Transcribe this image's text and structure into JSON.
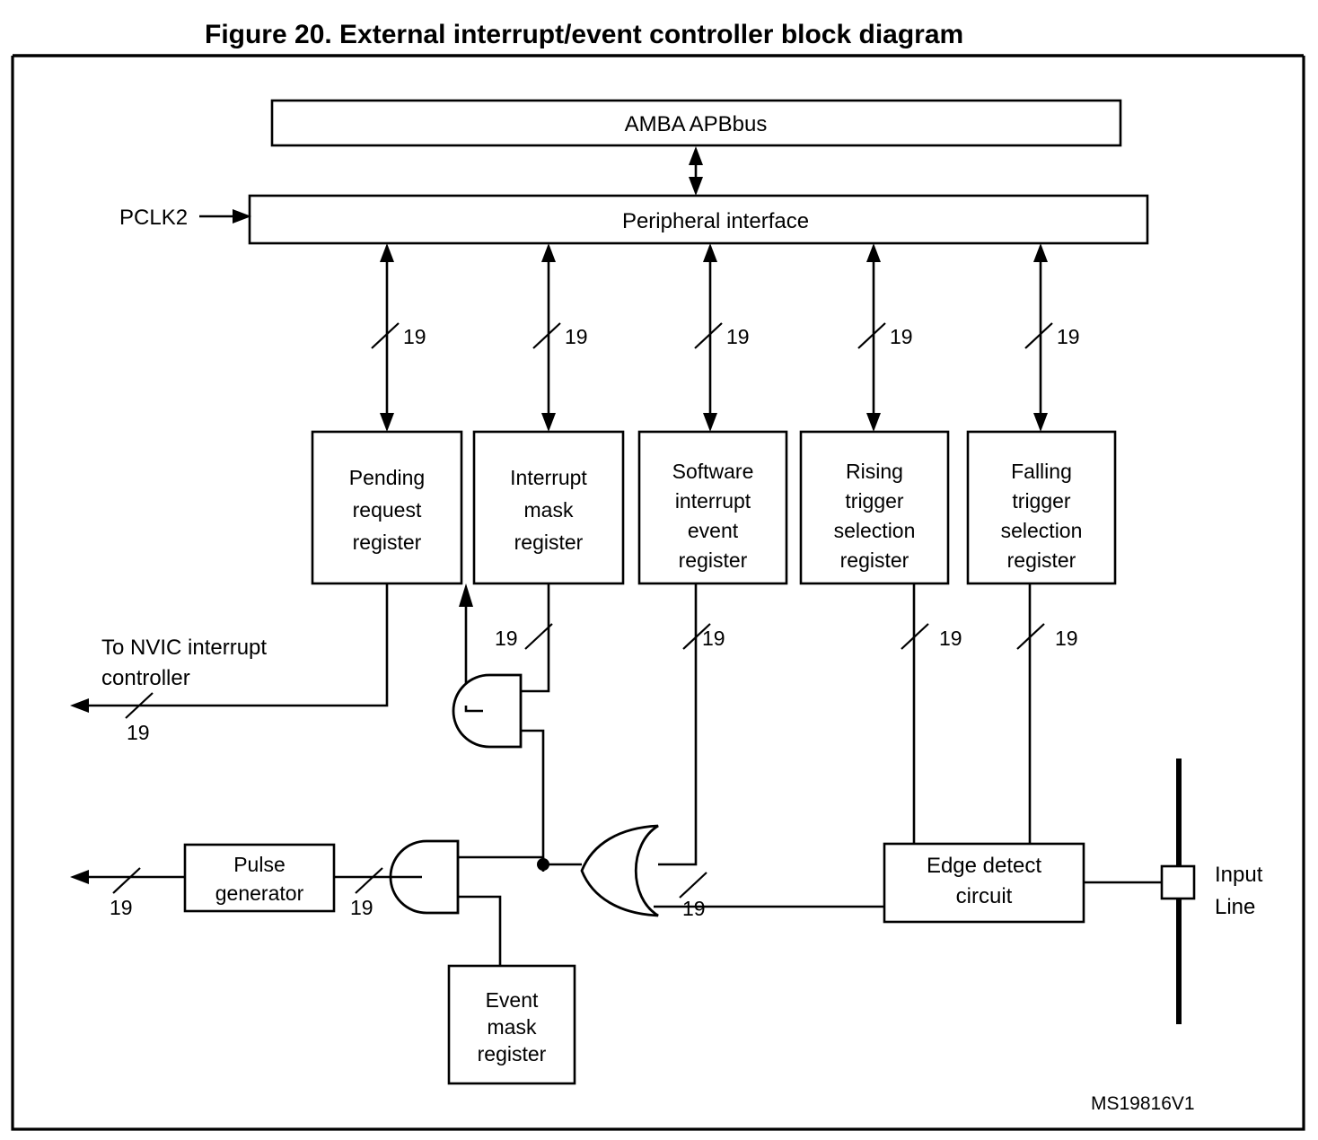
{
  "figure": {
    "title": "Figure 20. External interrupt/event controller block diagram",
    "watermark": "MS19816V1"
  },
  "blocks": {
    "apb_bus": "AMBA APBbus",
    "peripheral_interface": "Peripheral interface",
    "pending_request_register": [
      "Pending",
      "request",
      "register"
    ],
    "interrupt_mask_register": [
      "Interrupt",
      "mask",
      "register"
    ],
    "software_interrupt_event_register": [
      "Software",
      "interrupt",
      "event",
      "register"
    ],
    "rising_trigger_selection_register": [
      "Rising",
      "trigger",
      "selection",
      "register"
    ],
    "falling_trigger_selection_register": [
      "Falling",
      "trigger",
      "selection",
      "register"
    ],
    "pulse_generator": [
      "Pulse",
      "generator"
    ],
    "event_mask_register": [
      "Event",
      "mask",
      "register"
    ],
    "edge_detect_circuit": [
      "Edge detect",
      "circuit"
    ]
  },
  "signals": {
    "pclk": "PCLK2",
    "to_nvic": [
      "To NVIC interrupt",
      "controller"
    ],
    "input_line": [
      "Input",
      "Line"
    ]
  },
  "bus_width": "19",
  "bus_widths": {
    "top_1": "19",
    "top_2": "19",
    "top_3": "19",
    "top_4": "19",
    "top_5": "19",
    "nvic_out": "19",
    "mask_to_and": "19",
    "swier_down": "19",
    "rising_down": "19",
    "falling_down": "19",
    "pulse_out": "19",
    "pulse_in": "19",
    "or_out": "19"
  },
  "colors": {
    "ink": "#000000",
    "paper": "#ffffff"
  }
}
